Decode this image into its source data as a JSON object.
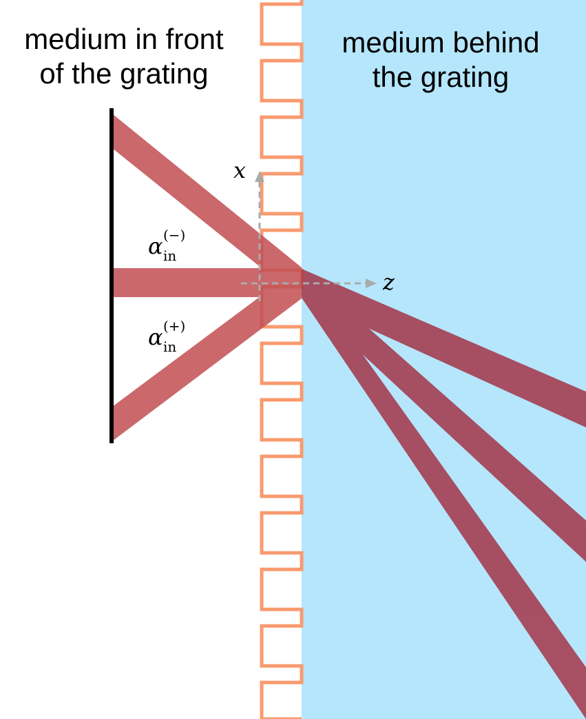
{
  "labels": {
    "medium_front": "medium in front\nof the grating",
    "medium_behind": "medium behind\nthe grating",
    "axis_x": "x",
    "axis_z": "z",
    "alpha_symbol": "α",
    "alpha_minus_sup": "(−)",
    "alpha_plus_sup": "(+)",
    "alpha_sub": "in"
  },
  "colors": {
    "medium_behind_fill": "#b5e6fb",
    "grating_stroke": "#f99a6e",
    "beam_incident": "#c14e52",
    "beam_diffracted": "#a43448",
    "axis": "#aaaaaa",
    "screen": "#000000"
  }
}
